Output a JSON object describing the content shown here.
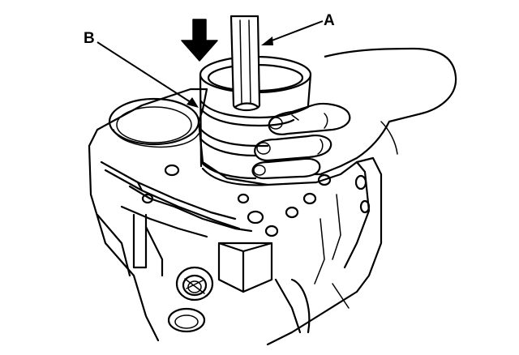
{
  "labels": {
    "a": "A",
    "b": "B"
  },
  "icons": {
    "push_arrow": "down-arrow-icon",
    "pointer_a": "leader-line",
    "pointer_b": "leader-line"
  },
  "colors": {
    "ink": "#000000",
    "paper": "#ffffff"
  }
}
